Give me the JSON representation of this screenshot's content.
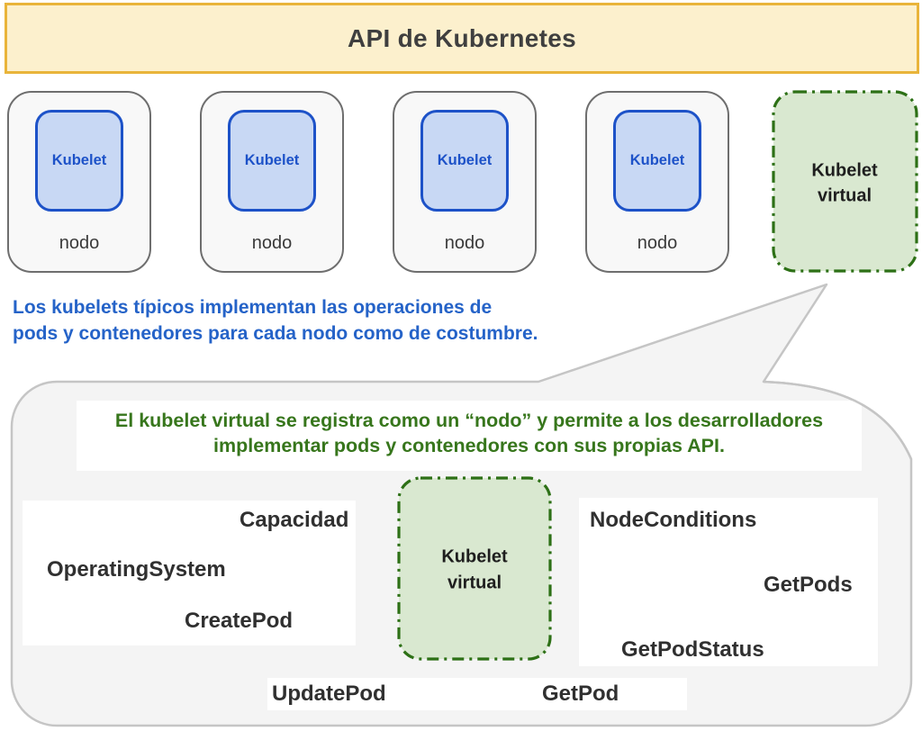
{
  "banner": {
    "title": "API de Kubernetes"
  },
  "nodes": [
    {
      "kubelet": "Kubelet",
      "label": "nodo"
    },
    {
      "kubelet": "Kubelet",
      "label": "nodo"
    },
    {
      "kubelet": "Kubelet",
      "label": "nodo"
    },
    {
      "kubelet": "Kubelet",
      "label": "nodo"
    }
  ],
  "virtual_kubelet_node": {
    "line1": "Kubelet",
    "line2": "virtual"
  },
  "typical_note": {
    "line1": "Los kubelets típicos implementan las operaciones de",
    "line2": "pods y contenedores para cada nodo como de costumbre."
  },
  "callout": {
    "heading_line1": "El kubelet virtual se registra como un “nodo” y permite a los desarrolladores",
    "heading_line2": "implementar pods y contenedores con sus propias API.",
    "virtual_kubelet": {
      "line1": "Kubelet",
      "line2": "virtual"
    },
    "api_labels": {
      "capacidad": "Capacidad",
      "operating_system": "OperatingSystem",
      "create_pod": "CreatePod",
      "node_conditions": "NodeConditions",
      "get_pods": "GetPods",
      "get_pod_status": "GetPodStatus",
      "update_pod": "UpdatePod",
      "get_pod": "GetPod"
    }
  },
  "colors": {
    "banner_fill": "#fcf0cd",
    "banner_border": "#e9b43a",
    "node_border": "#6e6e6e",
    "node_fill": "#f8f8f8",
    "kubelet_fill": "#c8d8f4",
    "kubelet_border": "#1d52c8",
    "virtual_fill": "#d9e8d0",
    "virtual_border": "#2d7016",
    "note_blue": "#2563c8",
    "callout_green": "#37761c",
    "bubble_fill": "#f4f4f4",
    "bubble_border": "#c5c5c5"
  }
}
